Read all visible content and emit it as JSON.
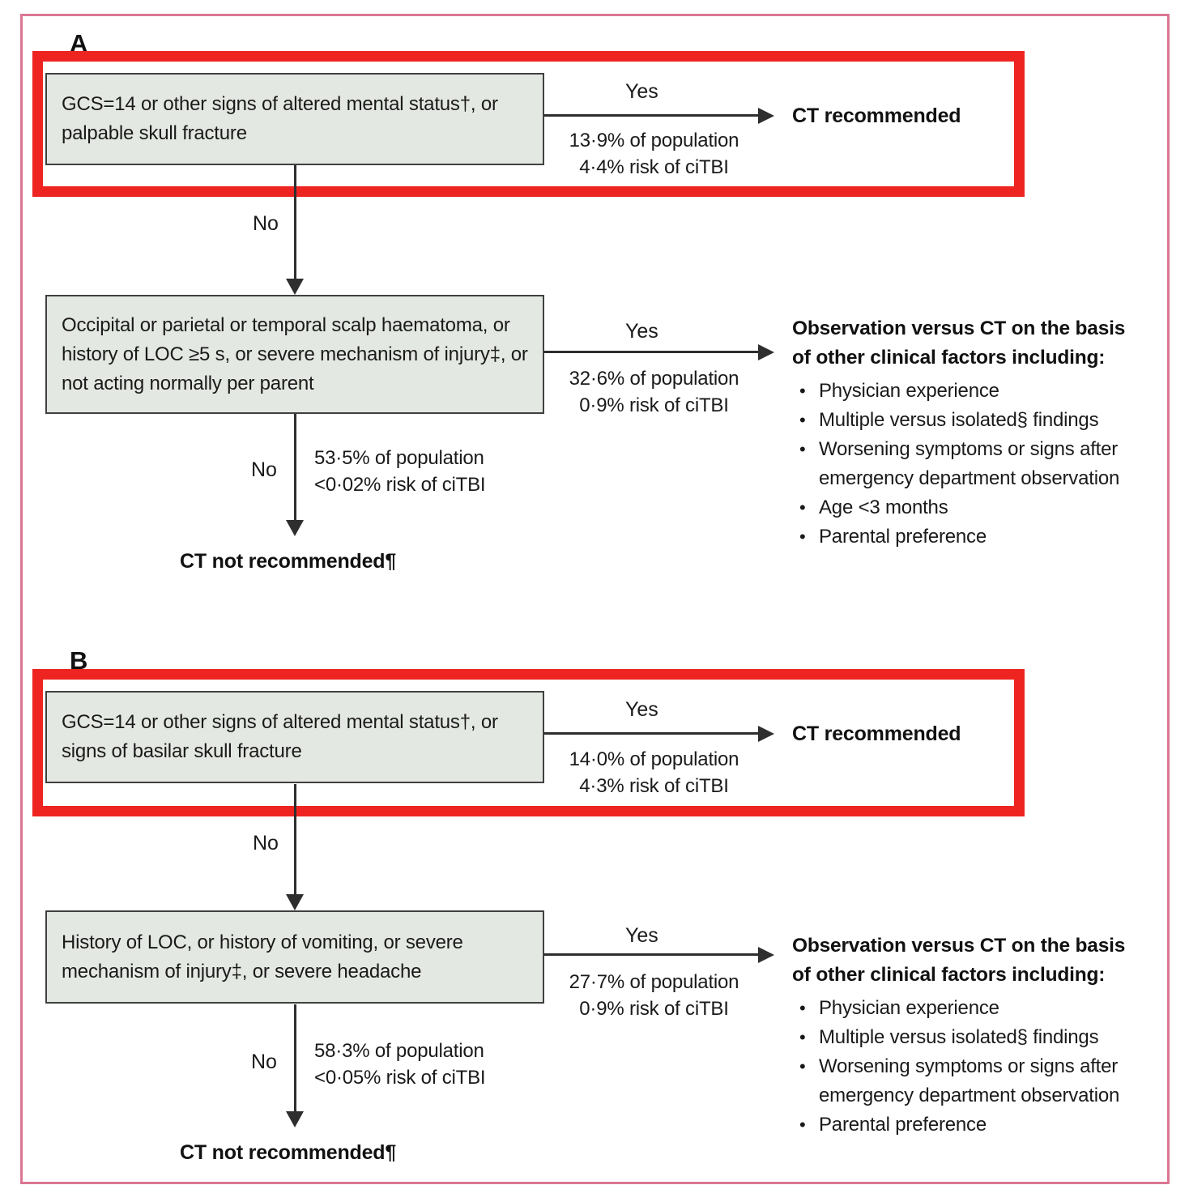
{
  "figure": {
    "type": "clinical-decision-flowchart",
    "colors": {
      "highlight_red": "#ee2420",
      "outer_border_pink": "#db7793",
      "decision_box_fill": "#e4e8e2",
      "decision_box_border": "#404040",
      "line_color": "#2e2e2e"
    }
  },
  "panel_a": {
    "label": "A",
    "box1": "GCS=14 or other signs of altered mental status†, or palpable skull fracture",
    "branch1": {
      "yes": "Yes",
      "population": "13·9% of population",
      "risk": "4·4% risk of ciTBI",
      "outcome": "CT recommended",
      "no": "No"
    },
    "box2": "Occipital or parietal or temporal scalp haematoma, or history of LOC ≥5 s, or severe mechanism of injury‡, or not acting normally per parent",
    "branch2": {
      "yes": "Yes",
      "population": "32·6% of population",
      "risk": "0·9% risk of ciTBI",
      "no": "No",
      "no_population": "53·5% of population",
      "no_risk": "<0·02% risk of ciTBI"
    },
    "observation": {
      "heading_line1": "Observation versus CT on the basis",
      "heading_line2": "of other clinical factors including:",
      "bullets": [
        "Physician experience",
        "Multiple versus isolated§ findings",
        "Worsening symptoms or signs after emergency department observation",
        "Age <3 months",
        "Parental preference"
      ]
    },
    "final_outcome": "CT not recommended¶"
  },
  "panel_b": {
    "label": "B",
    "box1": "GCS=14 or other signs of altered mental status†, or signs of basilar skull fracture",
    "branch1": {
      "yes": "Yes",
      "population": "14·0% of population",
      "risk": "4·3% risk of ciTBI",
      "outcome": "CT recommended",
      "no": "No"
    },
    "box2": "History of LOC, or history of vomiting, or severe mechanism of injury‡, or severe headache",
    "branch2": {
      "yes": "Yes",
      "population": "27·7% of population",
      "risk": "0·9% risk of ciTBI",
      "no": "No",
      "no_population": "58·3% of population",
      "no_risk": "<0·05% risk of ciTBI"
    },
    "observation": {
      "heading_line1": "Observation versus CT on the basis",
      "heading_line2": "of other clinical factors including:",
      "bullets": [
        "Physician experience",
        "Multiple versus isolated§ findings",
        "Worsening symptoms or signs after emergency department observation",
        "Parental preference"
      ]
    },
    "final_outcome": "CT not recommended¶"
  }
}
